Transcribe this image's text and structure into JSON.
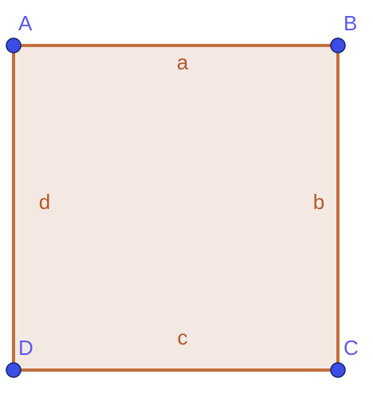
{
  "figure": {
    "colors": {
      "fill": "#f4e8e3",
      "edge": "#c2703d",
      "edge_label": "#b05a2a",
      "vertex_fill": "#3a4ee6",
      "vertex_stroke": "#18206a",
      "vertex_label": "#5a5ae6"
    },
    "vertices": {
      "A": {
        "label": "A"
      },
      "B": {
        "label": "B"
      },
      "C": {
        "label": "C"
      },
      "D": {
        "label": "D"
      }
    },
    "edges": {
      "a": {
        "label": "a"
      },
      "b": {
        "label": "b"
      },
      "c": {
        "label": "c"
      },
      "d": {
        "label": "d"
      }
    }
  }
}
